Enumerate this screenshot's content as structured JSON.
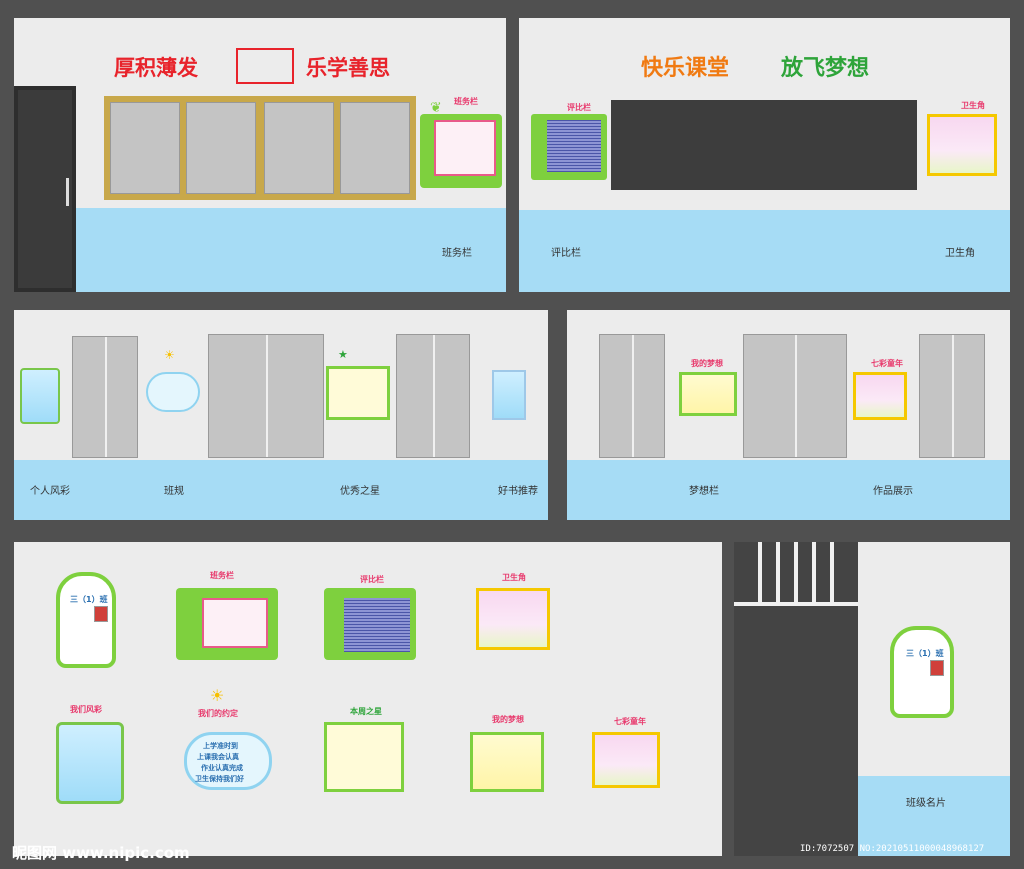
{
  "panel1": {
    "slogan_left": "厚积薄发",
    "slogan_right": "乐学善思",
    "label_right": "班务栏"
  },
  "panel2": {
    "slogan_left": "快乐课堂",
    "slogan_right": "放飞梦想",
    "label_left": "评比栏",
    "label_right": "卫生角"
  },
  "panel3": {
    "labels": [
      "个人风彩",
      "班规",
      "优秀之星",
      "好书推荐"
    ]
  },
  "panel4": {
    "labels": [
      "梦想栏",
      "作品展示"
    ]
  },
  "panel5": {
    "board_titles": {
      "class_name": "三（1）班",
      "class_affairs": "班务栏",
      "ranking": "评比栏",
      "hygiene": "卫生角",
      "personal": "我们风彩",
      "rules": "我们的约定",
      "star": "本周之星",
      "dream": "我的梦想",
      "colorful": "七彩童年"
    },
    "rules_lines": [
      "上学准时到",
      "上课我会认真",
      "作业认真完成",
      "卫生保持我们好"
    ]
  },
  "panel6": {
    "label": "班级名片",
    "class_name": "三（1）班"
  },
  "footer": {
    "watermark": "昵图网 www.nipic.com",
    "id_text": "ID:7072507 NO:20210511000048968127"
  },
  "colors": {
    "slogan_red": "#e8232b",
    "slogan_orange": "#f07a12",
    "slogan_green": "#2ea43a",
    "floor": "#a6dcf5"
  }
}
